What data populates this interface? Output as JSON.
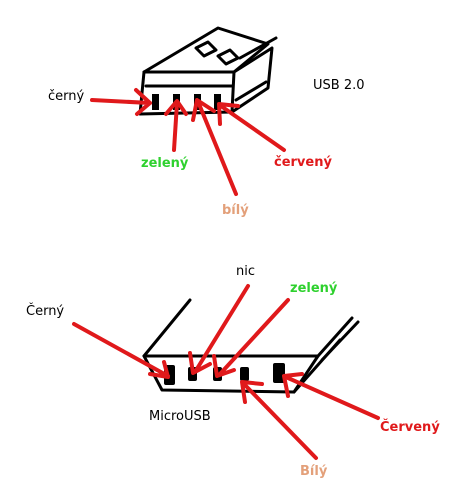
{
  "colors": {
    "black": "#000000",
    "red": "#e0191b",
    "green": "#2ed12e",
    "tan": "#e3a07a"
  },
  "usb": {
    "title": "USB 2.0",
    "labels": {
      "black": "černý",
      "green": "zelený",
      "red": "červený",
      "white": "bílý"
    }
  },
  "micro": {
    "title": "MicroUSB",
    "labels": {
      "none": "nic",
      "black": "Černý",
      "green": "zelený",
      "red": "Červený",
      "white": "Bílý"
    }
  }
}
